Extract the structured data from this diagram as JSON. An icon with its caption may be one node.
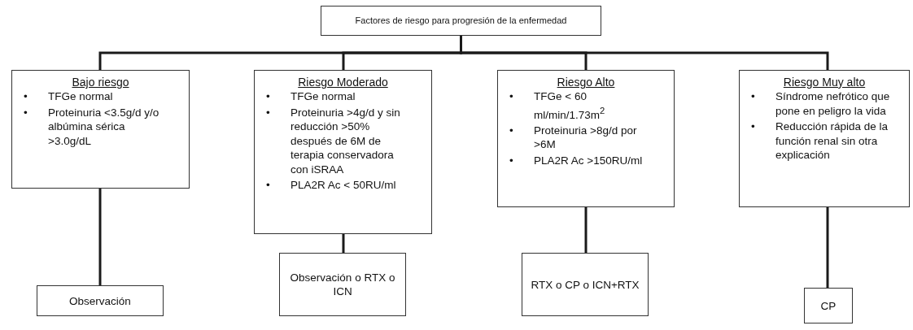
{
  "diagram": {
    "nodes": [
      {
        "text": [
          "Factores de riesgo para progresión de la enfermedad"
        ]
      },
      {
        "text": [
          "Bajo riesgo",
          "• TFGe normal",
          "• Proteinuria <3.5g/d y/o albúmina sérica >3.0g/dL"
        ]
      },
      {
        "text": [
          "Riesgo Moderado",
          "• TFGe normal",
          "• Proteinuria >4g/d y sin reducción >50% después de 6M de terapia conservadora con iSRAA",
          "• PLA2R Ac < 50RU/ml"
        ]
      },
      {
        "text": [
          "Riesgo Alto",
          "• TFGe < 60 ml/min/1.73m$^{2}$",
          "• Proteinuria >8g/d por >6M",
          "• PLA2R Ac >150RU/ml"
        ]
      },
      {
        "text": [
          "Riesgo Muy alto",
          "• Síndrome nefrótico que pone en peligro la vida",
          "• Reducción rápida de la función renal sin otra explicación"
        ]
      },
      {
        "text": [
          "Observación"
        ]
      },
      {
        "text": [
          "Observación o RTX o ICN"
        ]
      },
      {
        "text": [
          "RTX o CP o ICN+RTX"
        ]
      },
      {
        "text": [
          "CP"
        ]
      }
    ],
    "edges": [
      {
        "from": 0,
        "to": 1,
        "arrow": "none"
      },
      {
        "from": 0,
        "to": 2,
        "arrow": "none"
      },
      {
        "from": 0,
        "to": 3,
        "arrow": "none"
      },
      {
        "from": 0,
        "to": 4,
        "arrow": "none"
      },
      {
        "from": 1,
        "to": 5,
        "arrow": "none"
      },
      {
        "from": 2,
        "to": 6,
        "arrow": "none"
      },
      {
        "from": 3,
        "to": 7,
        "arrow": "none"
      },
      {
        "from": 4,
        "to": 8,
        "arrow": "none"
      }
    ]
  }
}
